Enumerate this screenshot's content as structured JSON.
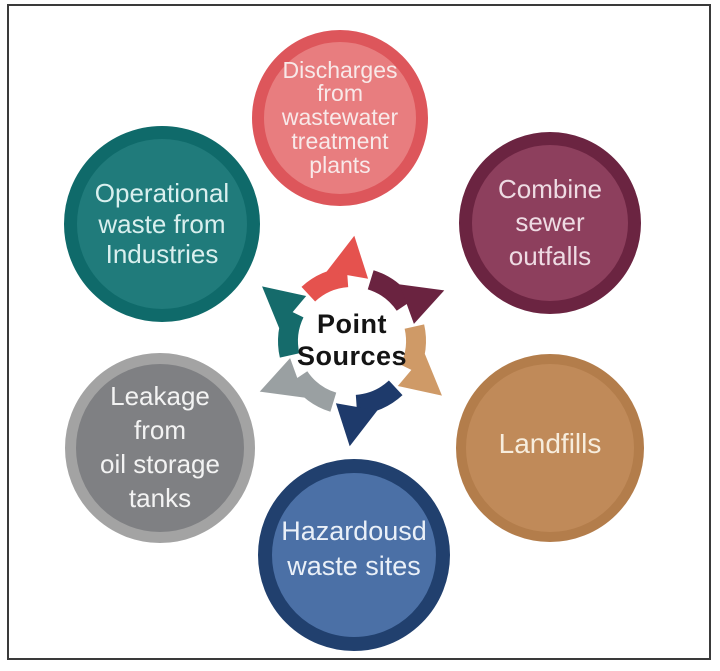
{
  "diagram": {
    "title": "Point Sources diagram",
    "background_color": "#ffffff",
    "frame_border_color": "#3a3a3a",
    "center": {
      "label": "Point\nSources",
      "text_color": "#141414",
      "circle_color": "#ffffff",
      "icon": "cycle-arrows-icon"
    },
    "nodes": [
      {
        "id": "discharges-wastewater",
        "label": "Discharges\nfrom\nwastewater\ntreatment\nplants",
        "position": "top",
        "ring_color": "#dd565b",
        "fill_color": "#e87d7f",
        "text_color": "#f8e9e9",
        "arrow_color": "#e5524e"
      },
      {
        "id": "combine-sewer-outfalls",
        "label": "Combine\nsewer\noutfalls",
        "position": "top-right",
        "ring_color": "#6b2441",
        "fill_color": "#8d3f5d",
        "text_color": "#eedbe3",
        "arrow_color": "#6a2340"
      },
      {
        "id": "landfills",
        "label": "Landfills",
        "position": "bottom-right",
        "ring_color": "#b37d4b",
        "fill_color": "#c08a59",
        "text_color": "#f7eddd",
        "arrow_color": "#cf9a67"
      },
      {
        "id": "hazardousd-waste-sites",
        "label": "Hazardousd\nwaste sites",
        "position": "bottom",
        "ring_color": "#21406e",
        "fill_color": "#4b70a6",
        "text_color": "#eaf0f8",
        "arrow_color": "#1e3a6b"
      },
      {
        "id": "leakage-oil-storage",
        "label": "Leakage\nfrom\noil storage\ntanks",
        "position": "bottom-left",
        "ring_color": "#a3a3a3",
        "fill_color": "#7f8083",
        "text_color": "#f3f3f3",
        "arrow_color": "#9aa0a2"
      },
      {
        "id": "operational-waste-industries",
        "label": "Operational\nwaste from\nIndustries",
        "position": "top-left",
        "ring_color": "#0f6a6a",
        "fill_color": "#207b7b",
        "text_color": "#d9efee",
        "arrow_color": "#156b6b"
      }
    ]
  }
}
